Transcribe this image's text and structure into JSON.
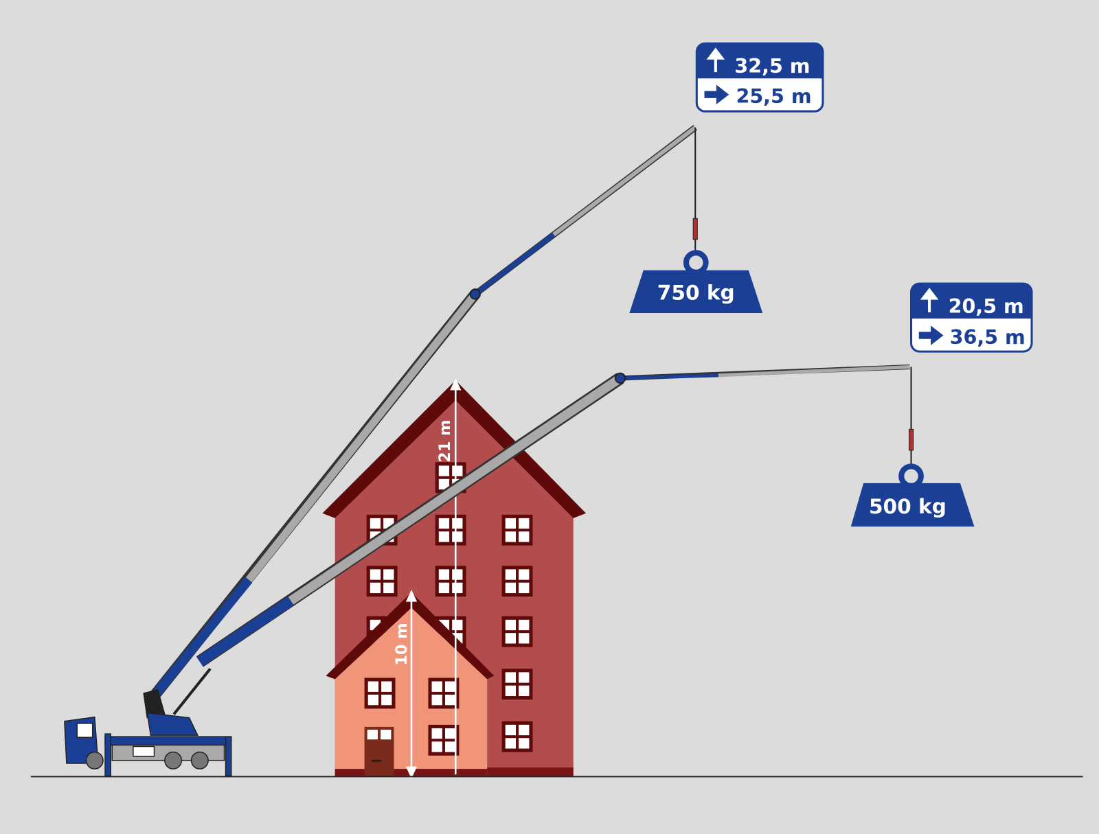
{
  "colors": {
    "background": "#dcdcdc",
    "brand_blue": "#1a3f94",
    "boom_gray": "#a9a9a9",
    "building_red": "#b34c4c",
    "roof_dark": "#5e0a0a",
    "house_salmon": "#f0957a"
  },
  "config_high": {
    "height": "32,5 m",
    "reach": "25,5 m",
    "load": "750 kg",
    "height_icon": "arrow-up-icon",
    "reach_icon": "arrow-right-icon"
  },
  "config_far": {
    "height": "20,5 m",
    "reach": "36,5 m",
    "load": "500 kg",
    "height_icon": "arrow-up-icon",
    "reach_icon": "arrow-right-icon"
  },
  "buildings": {
    "tall_height": "21 m",
    "small_height": "10 m"
  }
}
